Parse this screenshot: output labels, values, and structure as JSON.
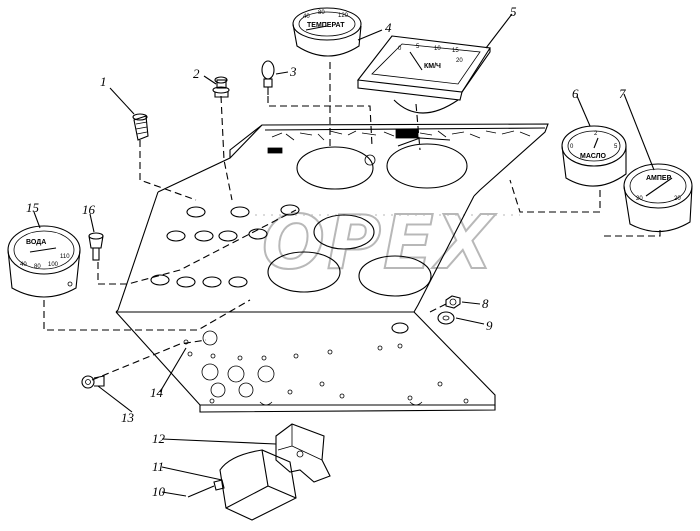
{
  "watermark": "OPEX",
  "callouts": [
    "1",
    "2",
    "3",
    "4",
    "5",
    "6",
    "7",
    "8",
    "9",
    "10",
    "11",
    "12",
    "13",
    "14",
    "15",
    "16"
  ],
  "gauge_text": {
    "temperature": {
      "label": "ТЕМПЕРАТ",
      "ticks": [
        "40",
        "80",
        "120"
      ]
    },
    "speedometer": {
      "unit": "КМ/Ч",
      "ticks": [
        "0",
        "5",
        "10",
        "15",
        "20"
      ]
    },
    "oil": {
      "label": "МАСЛО",
      "ticks": [
        "0",
        "2",
        "5"
      ]
    },
    "ammeter": {
      "label": "АМПЕР",
      "ticks": [
        "20",
        "20"
      ]
    },
    "water": {
      "label": "ВОДА",
      "ticks": [
        "40",
        "80",
        "100",
        "110"
      ]
    }
  }
}
